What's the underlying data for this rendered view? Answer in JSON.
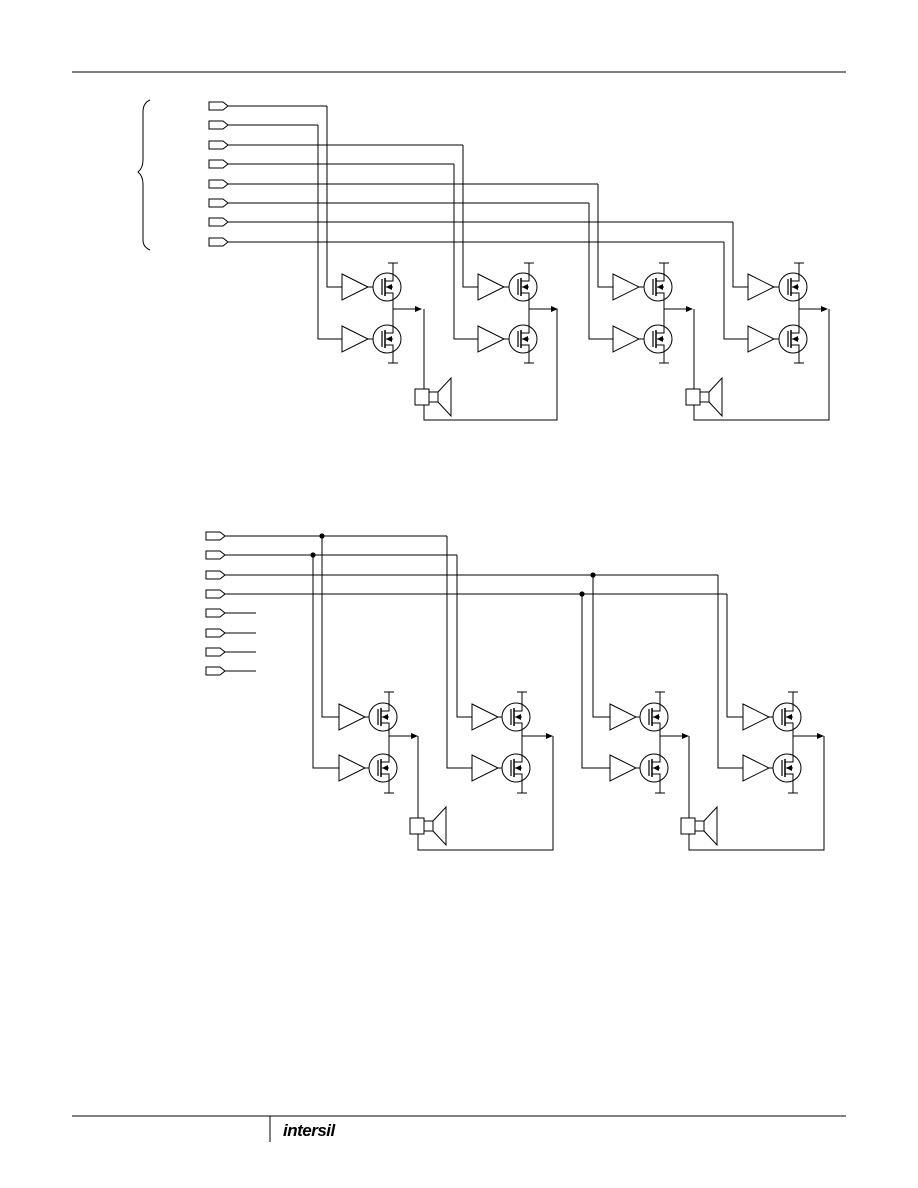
{
  "footer": {
    "brand": "intersil"
  },
  "colors": {
    "ink": "#000000",
    "paper": "#ffffff"
  },
  "icons": {
    "input_port": "input-port-icon",
    "buffer": "buffer-amplifier-icon",
    "transistor": "mosfet-icon",
    "speaker": "speaker-icon",
    "junction": "junction-dot-icon",
    "brace": "brace-icon"
  },
  "figures": [
    {
      "id": "eight-input-drive",
      "inputs": 8,
      "speakers": 2,
      "transistors": 8,
      "has_brace": true,
      "junction_dots": 0
    },
    {
      "id": "four-input-drive",
      "inputs": 8,
      "used_inputs": 4,
      "speakers": 2,
      "transistors": 8,
      "has_brace": false,
      "junction_dots": 4
    }
  ]
}
